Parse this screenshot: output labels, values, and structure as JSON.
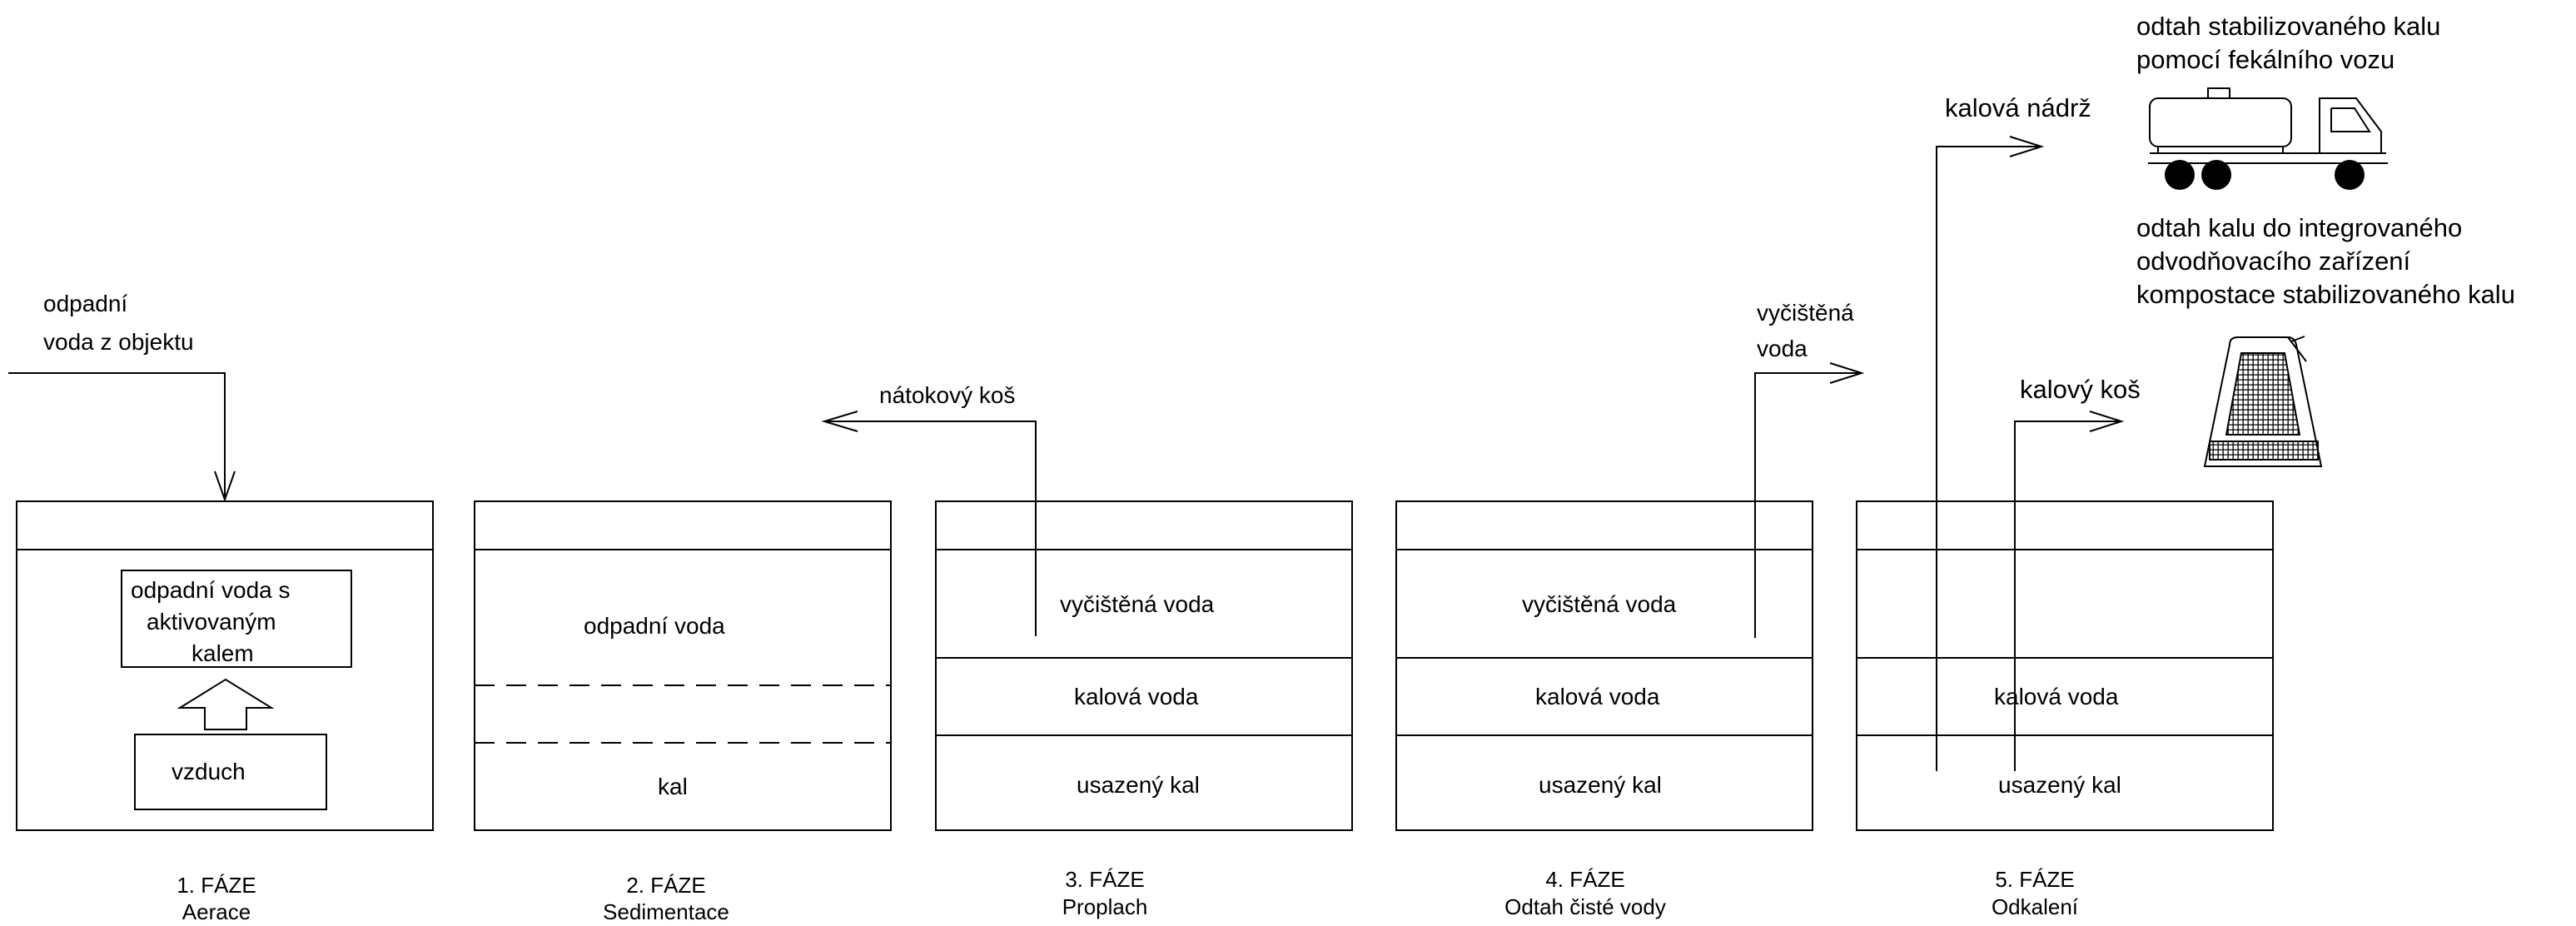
{
  "inflow": {
    "line1": "odpadní",
    "line2": "voda z objektu"
  },
  "aeration_box": {
    "line1": "odpadní    voda s",
    "line2": "aktivovaným",
    "line3": "kalem"
  },
  "air_box": {
    "label": "vzduch"
  },
  "tank2": {
    "water": "odpadní voda",
    "sludge": "kal"
  },
  "tank3": {
    "clean": "vyčištěná voda",
    "sludge_water": "kalová voda",
    "settled": "usazený kal"
  },
  "tank4": {
    "clean": "vyčištěná voda",
    "sludge_water": "kalová voda",
    "settled": "usazený kal"
  },
  "tank5": {
    "sludge_water": "kalová voda",
    "settled": "usazený kal"
  },
  "arrow_labels": {
    "inlet_basket": "nátokový koš",
    "clean_water_1": "vyčištěná",
    "clean_water_2": "voda",
    "sludge_tank": "kalová nádrž",
    "sludge_basket": "kalový koš"
  },
  "truck_text": {
    "line1": "odtah stabilizovaného kalu",
    "line2": "pomocí fekálního vozu"
  },
  "compost_text": {
    "line1": "odtah kalu do integrovaného",
    "line2": "odvodňovacího zařízení",
    "line3": "kompostace stabilizovaného kalu"
  },
  "phases": [
    {
      "num": "1. FÁZE",
      "name": "Aerace"
    },
    {
      "num": "2. FÁZE",
      "name": "Sedimentace"
    },
    {
      "num": "3. FÁZE",
      "name": "Proplach"
    },
    {
      "num": "4. FÁZE",
      "name": "Odtah čisté vody"
    },
    {
      "num": "5. FÁZE",
      "name": "Odkalení"
    }
  ],
  "icons": {
    "truck": "septic-truck-icon",
    "container": "dewatering-container-icon"
  }
}
